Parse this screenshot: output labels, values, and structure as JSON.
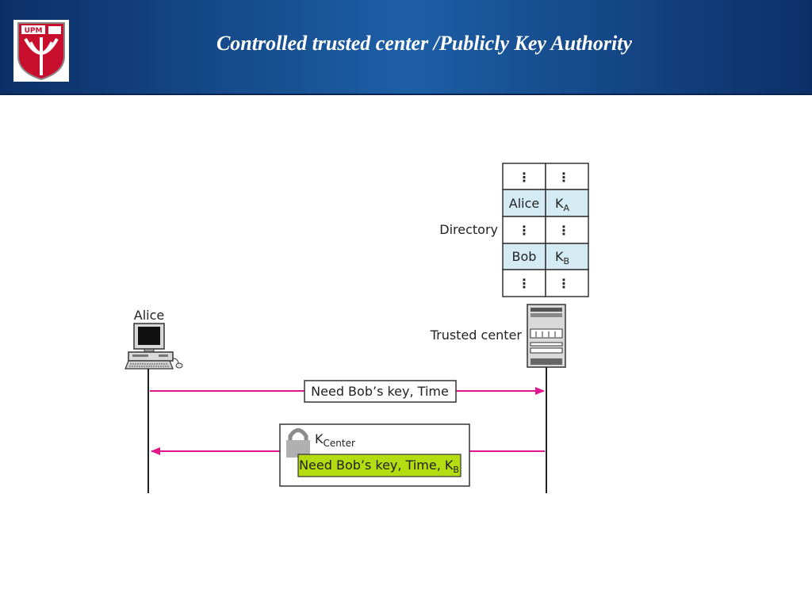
{
  "header": {
    "title": "Controlled trusted center /Publicly Key Authority",
    "logo": {
      "text": "UPM"
    }
  },
  "diagram": {
    "directory_label": "Directory",
    "directory_rows": [
      {
        "name": "⋮",
        "key": "⋮",
        "key_sub": "",
        "highlight": false
      },
      {
        "name": "Alice",
        "key": "K",
        "key_sub": "A",
        "highlight": true
      },
      {
        "name": "⋮",
        "key": "⋮",
        "key_sub": "",
        "highlight": false
      },
      {
        "name": "Bob",
        "key": "K",
        "key_sub": "B",
        "highlight": true
      },
      {
        "name": "⋮",
        "key": "⋮",
        "key_sub": "",
        "highlight": false
      }
    ],
    "alice_label": "Alice",
    "trusted_center_label": "Trusted center",
    "request_message": "Need Bob’s key, Time",
    "response_key": "K",
    "response_key_sub": "Center",
    "response_message": "Need Bob’s key, Time, K",
    "response_message_sub": "B",
    "colors": {
      "arrow": "#e0168c",
      "table_highlight": "#d4ebf4",
      "message_highlight": "#b5dc10"
    }
  }
}
